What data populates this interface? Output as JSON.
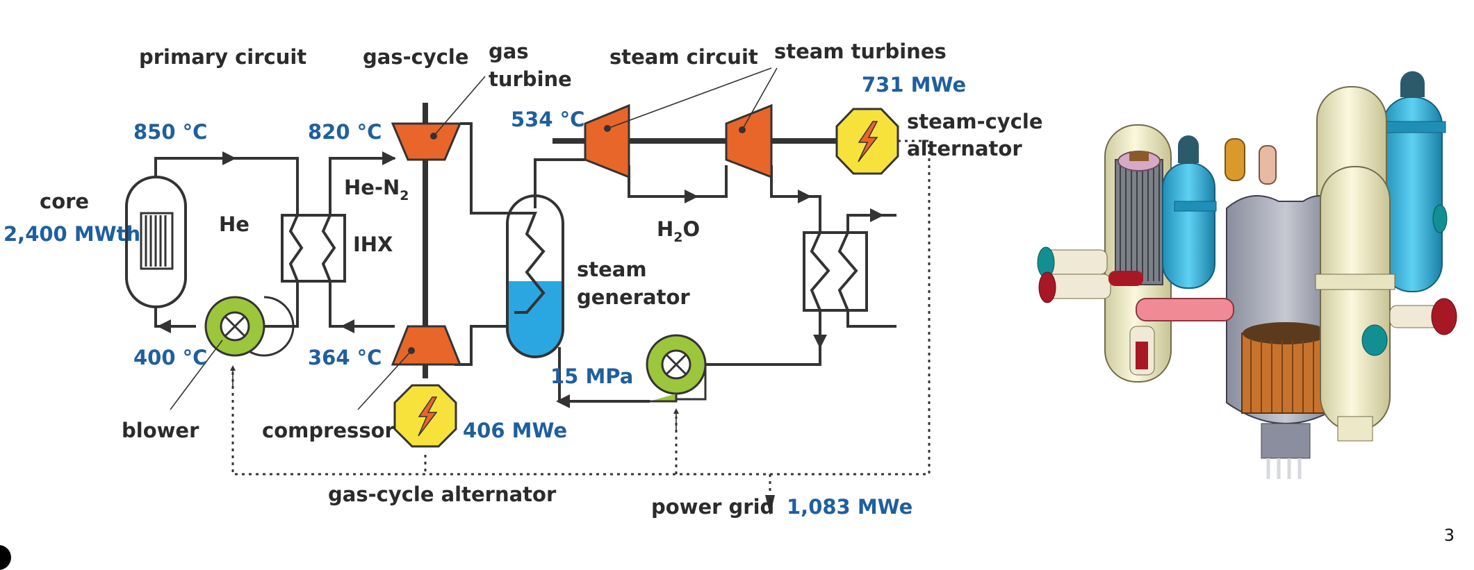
{
  "colors": {
    "label": "#2b2b2b",
    "value": "#1f5f9e",
    "turbine": "#e8662a",
    "blower": "#9cc63b",
    "alternator": "#f7e23b",
    "water": "#2aa7e0"
  },
  "icons": [
    "lightning-bolt-icon",
    "fan-x-icon"
  ],
  "labels": {
    "primary_circuit": "primary circuit",
    "gas_cycle": "gas-cycle",
    "gas_turbine_1": "gas",
    "gas_turbine_2": "turbine",
    "steam_circuit": "steam circuit",
    "steam_turbines": "steam turbines",
    "core": "core",
    "he": "He",
    "he_n": "He-N",
    "he_n_sub": "2",
    "ihx": "IHX",
    "h": "H",
    "h_sub": "2",
    "h_o": "O",
    "steam_gen_1": "steam",
    "steam_gen_2": "generator",
    "steam_alt_1": "steam-cycle",
    "steam_alt_2": "alternator",
    "blower": "blower",
    "compressor": "compressor",
    "gas_alt": "gas-cycle alternator",
    "power_grid": "power grid"
  },
  "values": {
    "core_power": "2,400 MWth",
    "t_850": "850 °C",
    "t_820": "820 °C",
    "t_534": "534 °C",
    "t_400": "400 °C",
    "t_364": "364 °C",
    "mwe_731": "731 MWe",
    "mwe_406": "406 MWe",
    "mpa_15": "15 MPa",
    "mwe_1083": "1,083 MWe"
  },
  "page_number": "3"
}
